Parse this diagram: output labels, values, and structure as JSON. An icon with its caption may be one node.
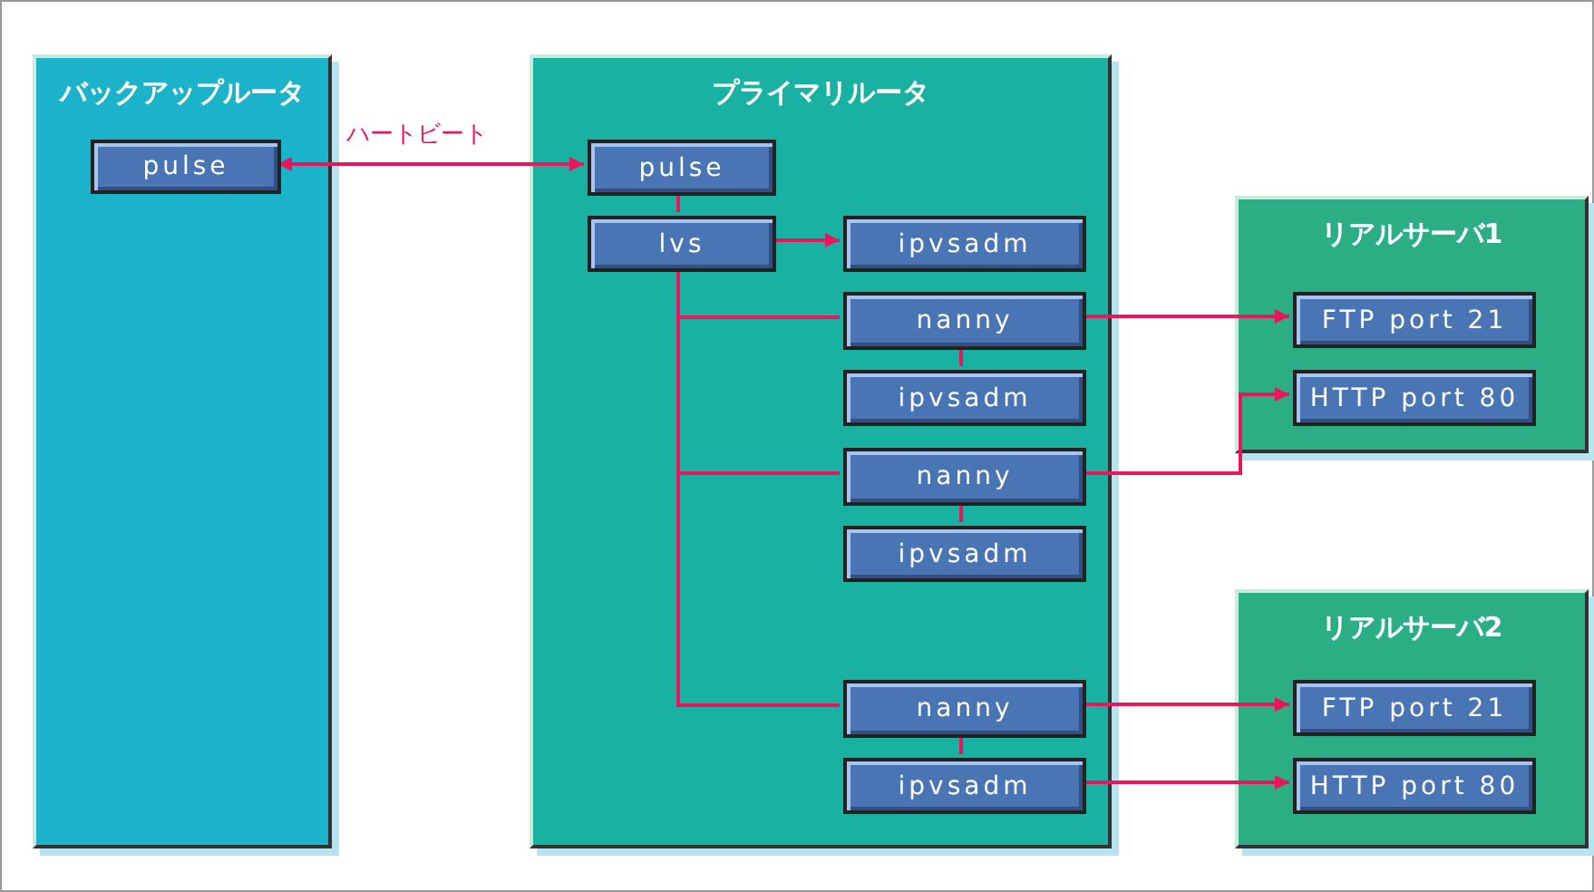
{
  "diagram": {
    "nodes": [
      {
        "text": [
          "バックアップルータ"
        ]
      },
      {
        "text": [
          "pulse"
        ],
        "in": 0
      },
      {
        "text": [
          "プライマリルータ"
        ]
      },
      {
        "text": [
          "pulse"
        ],
        "in": 2
      },
      {
        "text": [
          "lvs"
        ],
        "in": 2
      },
      {
        "text": [
          "ipvsadm"
        ],
        "in": 2
      },
      {
        "text": [
          "nanny"
        ],
        "in": 2
      },
      {
        "text": [
          "ipvsadm"
        ],
        "in": 2
      },
      {
        "text": [
          "nanny"
        ],
        "in": 2
      },
      {
        "text": [
          "ipvsadm"
        ],
        "in": 2
      },
      {
        "text": [
          "nanny"
        ],
        "in": 2
      },
      {
        "text": [
          "ipvsadm"
        ],
        "in": 2
      },
      {
        "text": [
          "リアルサーバ1"
        ]
      },
      {
        "text": [
          "FTP port 21"
        ],
        "in": 12
      },
      {
        "text": [
          "HTTP port 80"
        ],
        "in": 12
      },
      {
        "text": [
          "リアルサーバ2"
        ]
      },
      {
        "text": [
          "FTP port 21"
        ],
        "in": 15
      },
      {
        "text": [
          "HTTP port 80"
        ],
        "in": 15
      }
    ],
    "edges": [
      {
        "from": 1,
        "to": 3,
        "arrow": "both",
        "label": "ハートビート"
      },
      {
        "from": 3,
        "to": 4,
        "arrow": "none"
      },
      {
        "from": 4,
        "to": 5,
        "arrow": "to"
      },
      {
        "from": 4,
        "to": 6,
        "arrow": "none"
      },
      {
        "from": 4,
        "to": 8,
        "arrow": "none"
      },
      {
        "from": 4,
        "to": 10,
        "arrow": "none"
      },
      {
        "from": 6,
        "to": 7,
        "arrow": "none"
      },
      {
        "from": 8,
        "to": 9,
        "arrow": "none"
      },
      {
        "from": 10,
        "to": 11,
        "arrow": "none"
      },
      {
        "from": 6,
        "to": 13,
        "arrow": "to"
      },
      {
        "from": 8,
        "to": 14,
        "arrow": "to"
      },
      {
        "from": 10,
        "to": 16,
        "arrow": "to"
      },
      {
        "from": 11,
        "to": 17,
        "arrow": "to"
      }
    ]
  }
}
